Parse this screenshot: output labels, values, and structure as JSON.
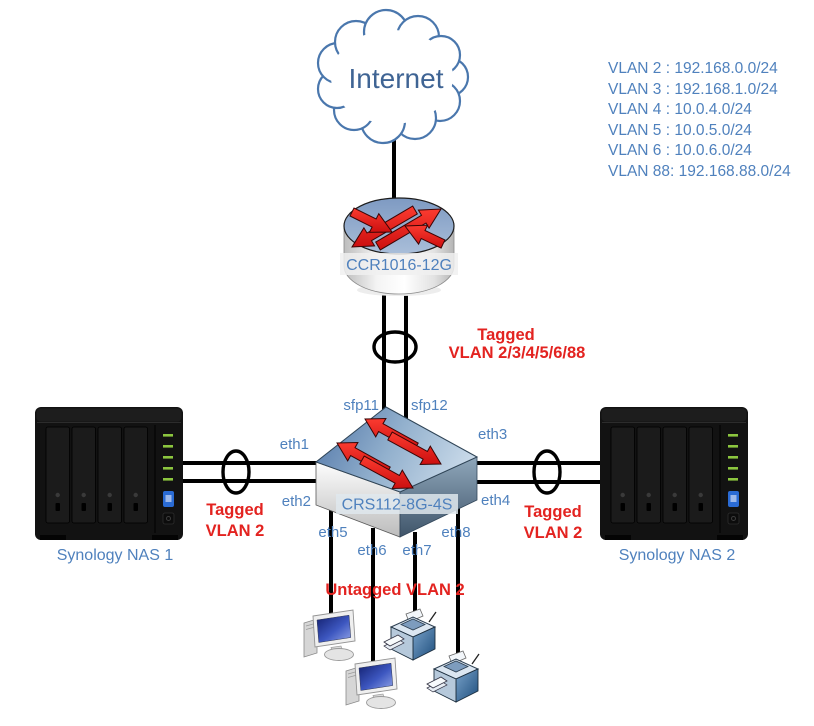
{
  "colors": {
    "label_blue": "#4f81bd",
    "tag_red": "#e32320",
    "cloud_blue": "#4a77ad",
    "cable_black": "#000000"
  },
  "internet": {
    "label": "Internet"
  },
  "router": {
    "model": "CCR1016-12G"
  },
  "switch": {
    "model": "CRS112-8G-4S"
  },
  "ports": {
    "sfp11": "sfp11",
    "sfp12": "sfp12",
    "eth1": "eth1",
    "eth2": "eth2",
    "eth3": "eth3",
    "eth4": "eth4",
    "eth5": "eth5",
    "eth6": "eth6",
    "eth7": "eth7",
    "eth8": "eth8"
  },
  "nas": {
    "nas1_label": "Synology NAS 1",
    "nas2_label": "Synology NAS 2"
  },
  "links": {
    "trunk": {
      "line1": "Tagged",
      "line2": "VLAN 2/3/4/5/6/88"
    },
    "nas1": {
      "line1": "Tagged",
      "line2": "VLAN 2"
    },
    "nas2": {
      "line1": "Tagged",
      "line2": "VLAN 2"
    },
    "access": {
      "label": "Untagged VLAN 2"
    }
  },
  "legend": {
    "items": [
      "VLAN 2 : 192.168.0.0/24",
      "VLAN 3 : 192.168.1.0/24",
      "VLAN 4 : 10.0.4.0/24",
      "VLAN 5 : 10.0.5.0/24",
      "VLAN 6 : 10.0.6.0/24",
      "VLAN 88: 192.168.88.0/24"
    ]
  }
}
